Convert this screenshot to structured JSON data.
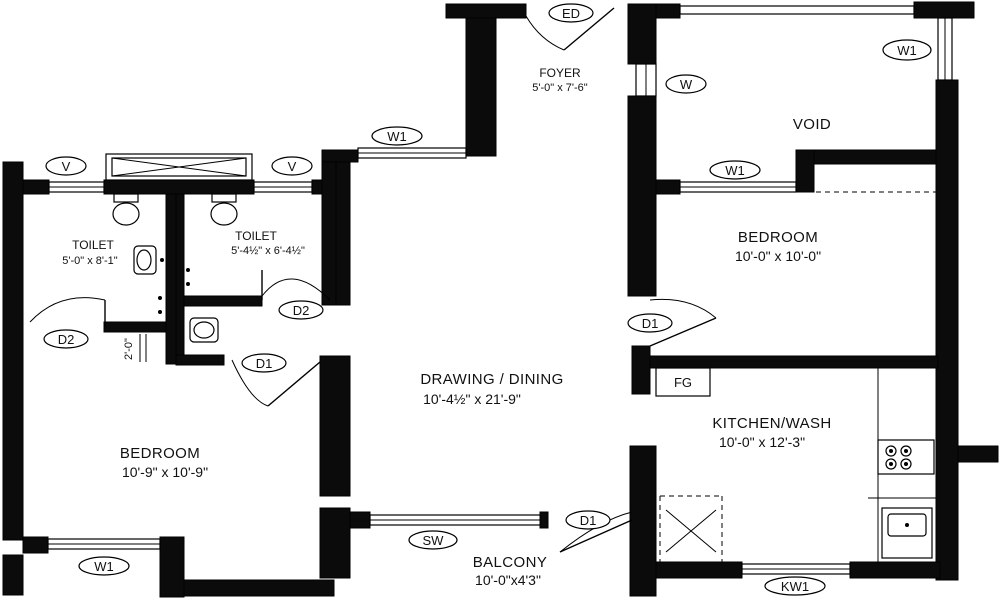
{
  "rooms": {
    "foyer": {
      "name": "FOYER",
      "dim": "5'-0\" x 7'-6\""
    },
    "void": {
      "name": "VOID"
    },
    "bedroom_right": {
      "name": "BEDROOM",
      "dim": "10'-0\" x 10'-0\""
    },
    "toilet_left": {
      "name": "TOILET",
      "dim": "5'-0\" x 8'-1\""
    },
    "toilet_mid": {
      "name": "TOILET",
      "dim": "5'-4½\" x 6'-4½\""
    },
    "drawing": {
      "name": "DRAWING / DINING",
      "dim": "10'-4½\"  x  21'-9\""
    },
    "kitchen": {
      "name": "KITCHEN/WASH",
      "dim": "10'-0\" x 12'-3\""
    },
    "bedroom_left": {
      "name": "BEDROOM",
      "dim": "10'-9\" x 10'-9\""
    },
    "balcony": {
      "name": "BALCONY",
      "dim": "10'-0\"x4'3\""
    }
  },
  "tags": {
    "ed": "ED",
    "w1_top": "W1",
    "w_foyer": "W",
    "w1_void": "W1",
    "w1_bed": "W1",
    "v_left": "V",
    "v_right": "V",
    "d2_left": "D2",
    "d2_mid": "D2",
    "d1_drawing": "D1",
    "d1_bed": "D1",
    "fg": "FG",
    "d1_balcony": "D1",
    "sw": "SW",
    "w1_bottom": "W1",
    "kw1": "KW1",
    "gap_dim": "2'-0\""
  }
}
